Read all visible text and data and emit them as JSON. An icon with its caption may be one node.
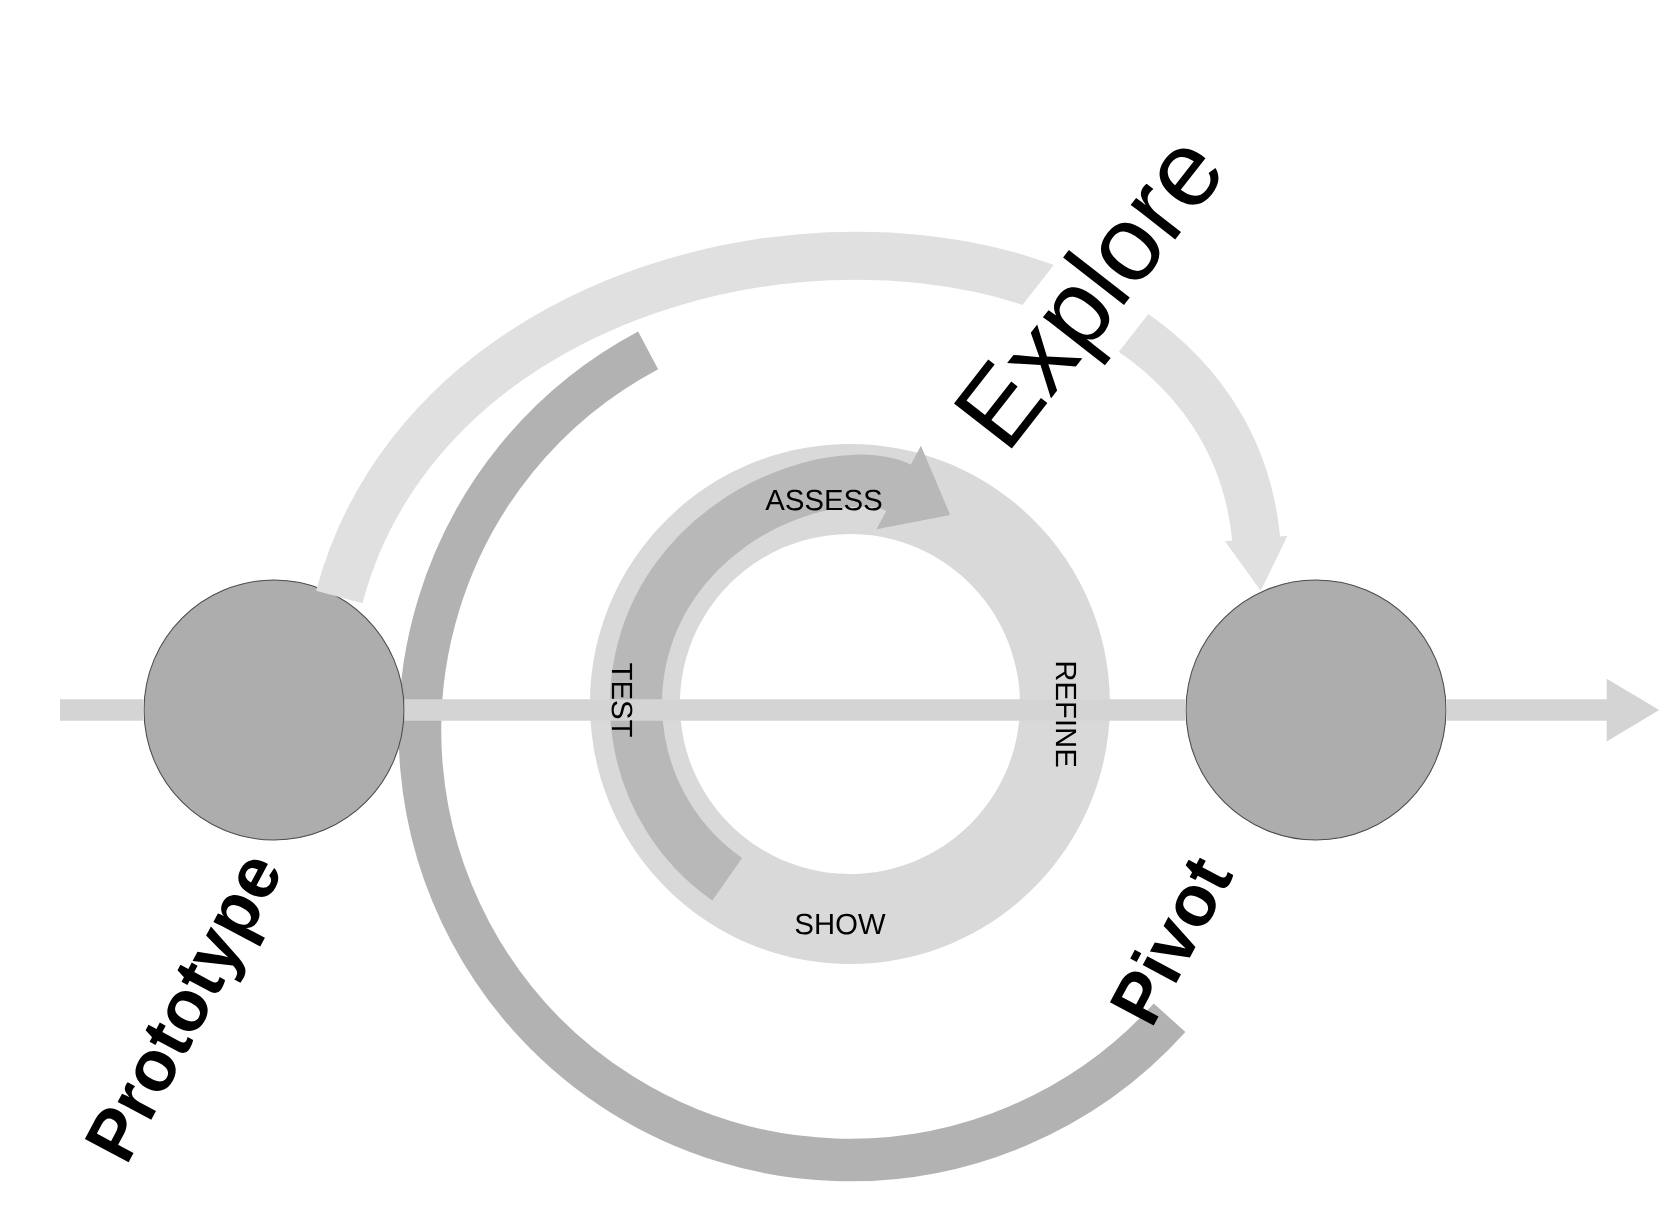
{
  "diagram": {
    "nodes": [
      {
        "text": [],
        "shape": "circle",
        "beside": [
          "Prototype"
        ]
      },
      {
        "text": [],
        "shape": "circle",
        "beside": [
          "Pivot"
        ]
      }
    ],
    "edges": [
      {
        "from": 0,
        "to": 1,
        "arrow": "to",
        "label": "Explore",
        "style": "thick"
      },
      {
        "from": 0,
        "to": 1,
        "arrow": "none"
      },
      {
        "from": 1,
        "to": null,
        "arrow": "to"
      },
      {
        "from": null,
        "to": 0,
        "arrow": "none"
      }
    ],
    "labels": [
      "ASSESS",
      "TEST",
      "REFINE",
      "SHOW"
    ]
  }
}
